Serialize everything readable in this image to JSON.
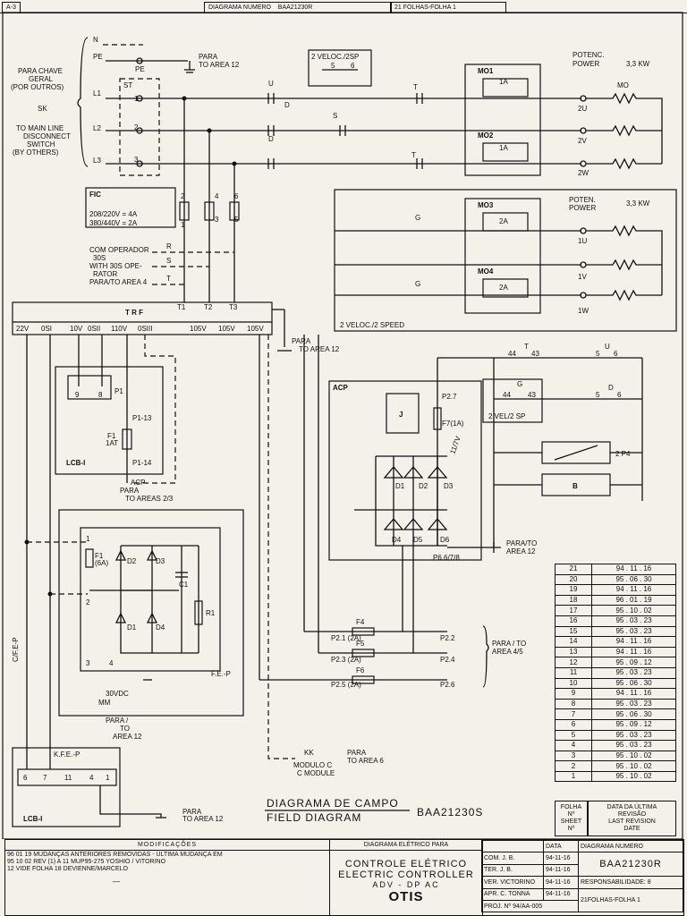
{
  "sheet_code": "A-3",
  "header": {
    "diagram_number_label": "DIAGRAMA NUMERO",
    "diagram_number": "BAA21230R",
    "sheet_label": "21 FOLHAS-FOLHA 1"
  },
  "left_labels": {
    "n": "N",
    "pe": "PE",
    "pe_node": "PE",
    "para_area12_a": "PARA",
    "to_area12_a": "TO AREA 12",
    "main_switch": [
      "PARA CHAVE",
      "GERAL",
      "(POR OUTROS)",
      "SK",
      "TO MAIN LINE",
      "DISCONNECT",
      "SWITCH",
      "(BY OTHERS)"
    ],
    "l1": "L1",
    "l2": "L2",
    "l3": "L3",
    "st": "ST",
    "n1": "1",
    "n2": "2",
    "n3": "3"
  },
  "fic": {
    "title": "FIC",
    "line1": "208/220V = 4A",
    "line2": "380/440V = 2A"
  },
  "fuse_labels": [
    "2",
    "4",
    "6",
    "1",
    "3",
    "5"
  ],
  "operator": [
    "COM OPERADOR",
    "30S",
    "WITH 30S OPE-",
    "RATOR",
    "PARA/TO AREA 4"
  ],
  "rst": [
    "R",
    "S",
    "T"
  ],
  "trf": {
    "title": "T R F",
    "t_terms": [
      "T1",
      "T2",
      "T3"
    ],
    "outputs": [
      "22V",
      "0SI",
      "10V",
      "0SII",
      "110V",
      "0SIII",
      "105V",
      "105V",
      "105V"
    ],
    "para": "PARA",
    "to_area": "TO AREA 12"
  },
  "contactors": {
    "veloc2sp": "2 VELOC./2SP",
    "u": "U",
    "d": "D",
    "s": "S",
    "t": "T",
    "g": "G",
    "n1": "1",
    "n2": "2",
    "n3": "3",
    "n4": "4",
    "n5": "5",
    "n6": "6"
  },
  "motors": {
    "mo1": "MO1",
    "mo2": "MO2",
    "mo3": "MO3",
    "mo4": "MO4",
    "potenc": "POTENC.",
    "power": "POWER",
    "rating": "3,3 KW",
    "poten2": "POTEN.",
    "power2": "POWER",
    "rating2": "3,3 KW",
    "mo": "MO",
    "t1a": "1A",
    "t2a": "2A",
    "terms": [
      "2U",
      "2V",
      "2W",
      "1U",
      "1V",
      "1W"
    ],
    "speed_label": "2 VELOC./2 SPEED"
  },
  "lcb": {
    "title": "LCB-I",
    "p1": "P1",
    "t9": "9",
    "t8": "8",
    "p1_13": "P1-13",
    "p1_14": "P1-14",
    "f1": "F1",
    "f1_rating": "1AT",
    "acp": "ACP",
    "para": "PARA",
    "to_areas": "TO AREAS 2/3"
  },
  "fe": {
    "title": "F.E.-P",
    "f1": "F1",
    "f1_rating": "(6A)",
    "d1": "D1",
    "d2": "D2",
    "d3": "D3",
    "d4": "D4",
    "c1": "C1",
    "r1": "R1",
    "t1": "1",
    "t2": "2",
    "t3": "3",
    "t4": "4",
    "vdc": "30VDC",
    "mm": "MM",
    "para": "PARA /",
    "to_area": "TO",
    "area": "AREA 12"
  },
  "cfe": "C/F.E-P",
  "kfe": {
    "title": "K.F.E.-P",
    "lcb": "LCB-I",
    "terms": [
      "6",
      "7",
      "11",
      "4",
      "1"
    ],
    "para": "PARA",
    "to_area": "TO AREA 12"
  },
  "kk": {
    "kk": "KK",
    "modulo": "MODULO C",
    "module": "C MODULE",
    "para": "PARA",
    "to_area": "TO AREA 6"
  },
  "acp": {
    "title": "ACP",
    "j": "J",
    "p27": "P2.7",
    "f7": "F7(1A)",
    "diodes": [
      "D1",
      "D2",
      "D3",
      "D4",
      "D5",
      "D6"
    ],
    "p6": "P6.6/7/8",
    "para": "PARA/TO",
    "area": "AREA 12",
    "handwritten": "11/7V"
  },
  "acp_fuses": {
    "f4": "F4",
    "f5": "F5",
    "f6": "F6",
    "p21": "P2.1 (2A)",
    "p23": "P2.3 (2A)",
    "p25": "P2.5 (2A)",
    "p22": "P2.2",
    "p24": "P2.4",
    "p26": "P2.6",
    "para": "PARA / TO",
    "area": "AREA 4/5"
  },
  "right_ctrl": {
    "t": "T",
    "u": "U",
    "g": "G",
    "d": "D",
    "n44a": "44",
    "n43a": "43",
    "n5": "5",
    "n6": "6",
    "n44b": "44",
    "n43b": "43",
    "n5b": "5",
    "n6b": "6",
    "vel": "2 VEL/2 SP",
    "p4": "2 P4",
    "b": "B"
  },
  "field_diagram": {
    "pt": "DIAGRAMA DE CAMPO",
    "en": "FIELD DIAGRAM",
    "code": "BAA21230S"
  },
  "revisions": {
    "rows": [
      {
        "n": "21",
        "d": "94 . 11 . 16"
      },
      {
        "n": "20",
        "d": "95 . 06 . 30"
      },
      {
        "n": "19",
        "d": "94 . 11 . 16"
      },
      {
        "n": "18",
        "d": "96 . 01 . 19"
      },
      {
        "n": "17",
        "d": "95 . 10 . 02"
      },
      {
        "n": "16",
        "d": "95 . 03 . 23"
      },
      {
        "n": "15",
        "d": "95 . 03 . 23"
      },
      {
        "n": "14",
        "d": "94 . 11 . 16"
      },
      {
        "n": "13",
        "d": "94 . 11 . 16"
      },
      {
        "n": "12",
        "d": "95 . 09 . 12"
      },
      {
        "n": "11",
        "d": "95 . 03 . 23"
      },
      {
        "n": "10",
        "d": "95 . 06 . 30"
      },
      {
        "n": "9",
        "d": "94 . 11 . 16"
      },
      {
        "n": "8",
        "d": "95 . 03 . 23"
      },
      {
        "n": "7",
        "d": "95 . 06 . 30"
      },
      {
        "n": "6",
        "d": "95 . 09 . 12"
      },
      {
        "n": "5",
        "d": "95 . 03 . 23"
      },
      {
        "n": "4",
        "d": "95 . 03 . 23"
      },
      {
        "n": "3",
        "d": "95 . 10 . 02"
      },
      {
        "n": "2",
        "d": "95 . 10 . 02"
      },
      {
        "n": "1",
        "d": "95 . 10 . 02"
      }
    ],
    "head_left": "FOLHA\nNº\nSHEET\nNº",
    "head_right": "DATA DA ÚLTIMA\nREVISÃO\nLAST REVISION\nDATE"
  },
  "title_block": {
    "mods_title": "MODIFICAÇÕES",
    "mods_line1": "96 01 19  MUDANÇAS ANTERIORES REMOVIDAS - ULTIMA MUDANÇA  EM",
    "mods_line2": "95 10 02  REV (1) A 11  MUP95-275  YOSHIO / VITORINO",
    "mods_line3": "12  VIDE FOLHA 18  DEVIENNE/MARCELO",
    "mods_dash": "—",
    "diagram_for": "DIAGRAMA ELÉTRICO PARA",
    "ctrl_pt": "CONTROLE ELÉTRICO",
    "ctrl_en": "ELECTRIC CONTROLLER",
    "model": "ADV - DP AC",
    "logo": "OTIS",
    "data_label": "DATA",
    "diag_num_label": "DIAGRAMA NUMERO",
    "com": "COM.",
    "com_name": "J. B.",
    "com_date": "94-11-16",
    "ter": "TER.",
    "ter_name": "J. B.",
    "ter_date": "94-11-16",
    "ver": "VER. VICTORINO",
    "ver_date": "94-11-16",
    "apr": "APR. C. TONNA",
    "apr_date": "94-11-16",
    "proj": "PROJ. Nº 94/AA-005",
    "code": "BAA21230R",
    "resp": "RESPONSABILIDADE: 8",
    "sheets": "21FOLHAS-FOLHA 1"
  }
}
